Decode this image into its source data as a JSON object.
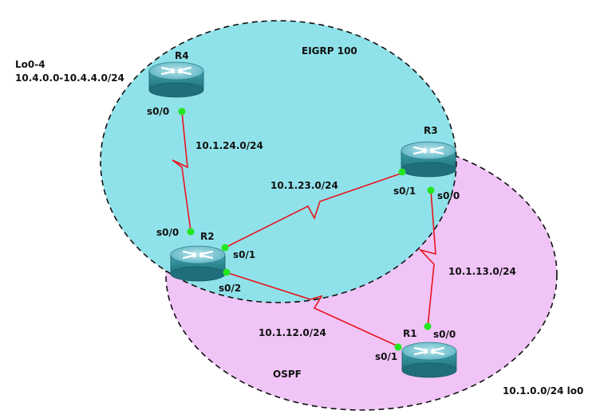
{
  "areas": {
    "eigrp": {
      "label": "EIGRP 100",
      "fill": "#90e2ea"
    },
    "ospf": {
      "label": "OSPF",
      "fill": "#f0c4f6"
    }
  },
  "loopbacks": {
    "r4_title": "Lo0-4",
    "r4_range": "10.4.0.0-10.4.4.0/24",
    "r1": "10.1.0.0/24 lo0"
  },
  "routers": {
    "r1": "R1",
    "r2": "R2",
    "r3": "R3",
    "r4": "R4"
  },
  "links": {
    "r4_r2": {
      "subnet": "10.1.24.0/24",
      "r4_if": "s0/0",
      "r2_if": "s0/0"
    },
    "r2_r3": {
      "subnet": "10.1.23.0/24",
      "r2_if": "s0/1",
      "r3_if": "s0/1"
    },
    "r3_r1": {
      "subnet": "10.1.13.0/24",
      "r3_if": "s0/0",
      "r1_if": "s0/0"
    },
    "r2_r1": {
      "subnet": "10.1.12.0/24",
      "r2_if": "s0/2",
      "r1_if": "s0/1"
    }
  },
  "colors": {
    "link": "#e8141c",
    "port": "#22e61e",
    "router_body": "#2d8a96",
    "router_top": "#8fd0dc"
  }
}
